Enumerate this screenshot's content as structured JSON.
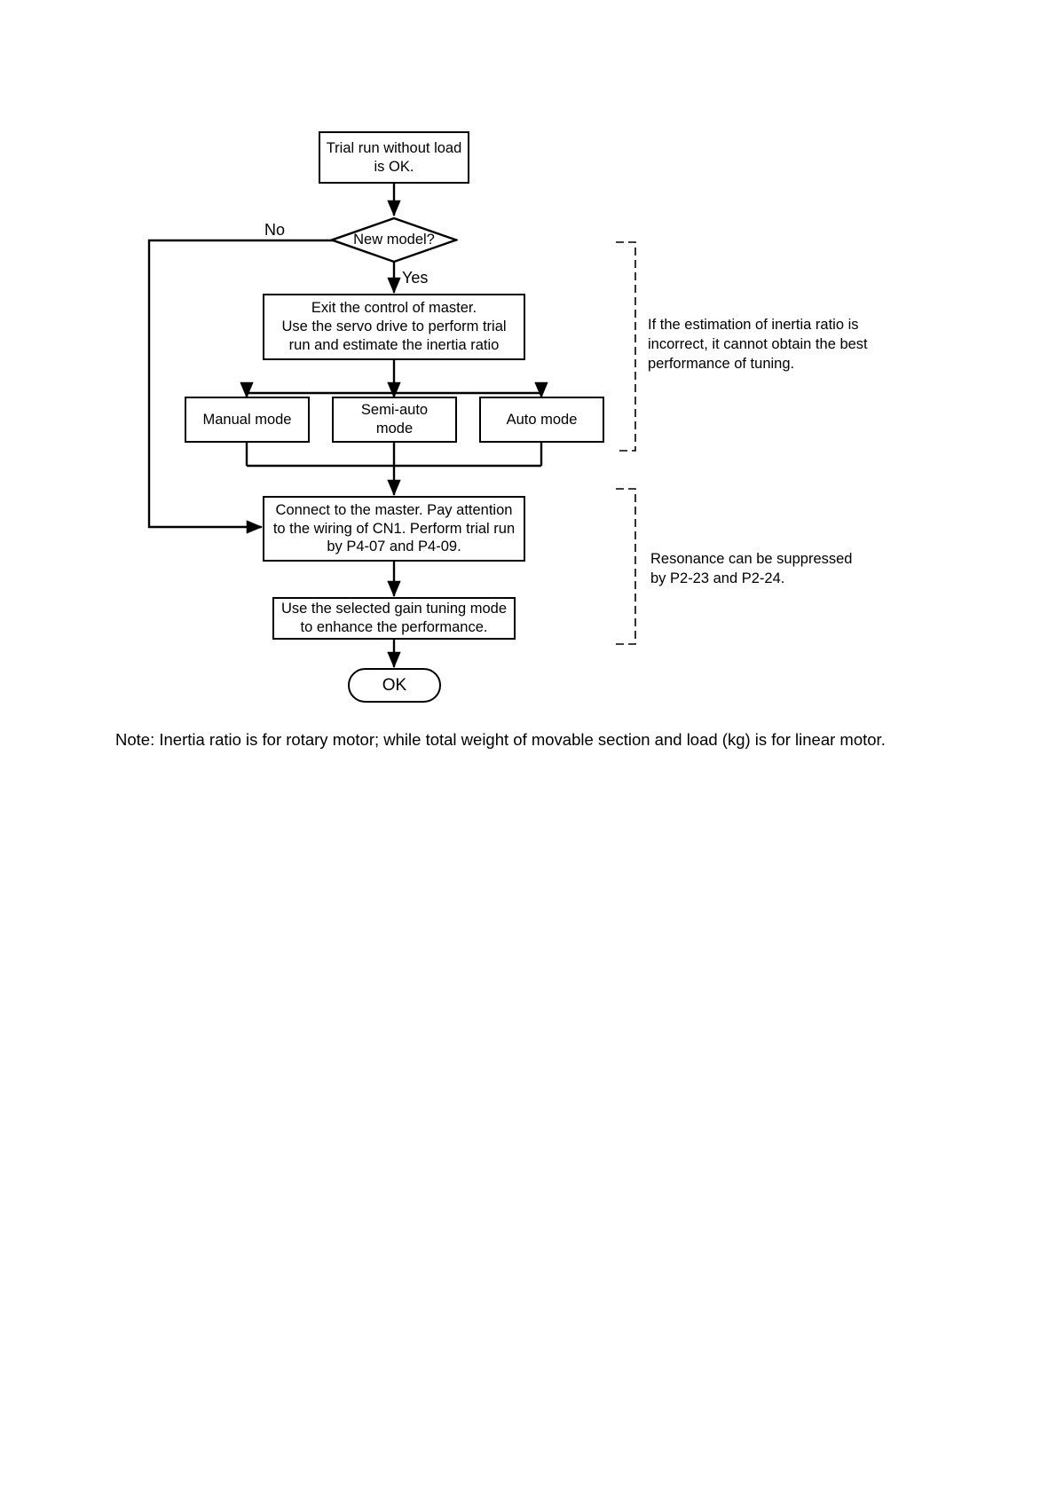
{
  "diagram": {
    "title_note": "Note: Inertia ratio is for rotary motor; while total weight of movable section and load (kg) is for linear motor.",
    "nodes": {
      "start": "Trial run without load\nis OK.",
      "decision": "New model?",
      "exit_control": "Exit the control of master.\nUse the servo drive to perform trial\nrun and estimate the inertia ratio",
      "manual_mode": "Manual mode",
      "semi_auto_mode": "Semi-auto\nmode",
      "auto_mode": "Auto mode",
      "connect_master": "Connect to the master. Pay attention\nto the wiring of CN1. Perform trial run\nby P4-07 and P4-09.",
      "gain_tuning": "Use the selected gain tuning mode\nto enhance the performance.",
      "end": "OK"
    },
    "edge_labels": {
      "no": "No",
      "yes": "Yes"
    },
    "annotations": {
      "inertia": "If the estimation of inertia ratio is\nincorrect, it cannot obtain the best\nperformance of tuning.",
      "resonance": "Resonance can be suppressed\nby P2-23 and P2-24."
    },
    "colors": {
      "line": "#000000",
      "background": "#ffffff",
      "text": "#000000"
    }
  }
}
